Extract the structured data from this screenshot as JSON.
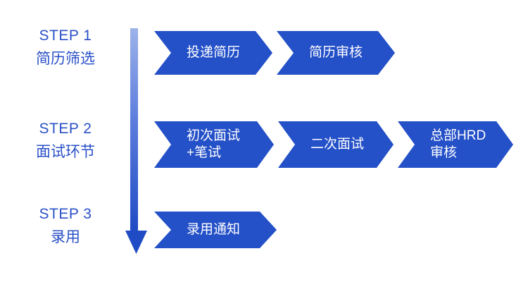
{
  "colors": {
    "chevron_fill": "#2450C8",
    "label_text": "#2A50C8",
    "chevron_text": "#FFFFFF",
    "arrow_gradient_top": "#9CB2EA",
    "arrow_gradient_bottom": "#1F4CC4",
    "background": "#FFFFFF"
  },
  "steps": [
    {
      "title": "STEP 1",
      "subtitle": "简历筛选"
    },
    {
      "title": "STEP 2",
      "subtitle": "面试环节"
    },
    {
      "title": "STEP 3",
      "subtitle": "录用"
    }
  ],
  "rows": [
    {
      "row_label": "STEP 1",
      "chevrons": [
        {
          "text": "投递简历"
        },
        {
          "text": "简历审核"
        }
      ]
    },
    {
      "row_label": "STEP 2",
      "chevrons": [
        {
          "text": "初次面试\n+笔试"
        },
        {
          "text": "二次面试"
        },
        {
          "text": "总部HRD\n审核"
        }
      ]
    },
    {
      "row_label": "STEP 3",
      "chevrons": [
        {
          "text": "录用通知"
        }
      ]
    }
  ],
  "arrow": {
    "name": "downward-flow-arrow",
    "direction": "down"
  }
}
